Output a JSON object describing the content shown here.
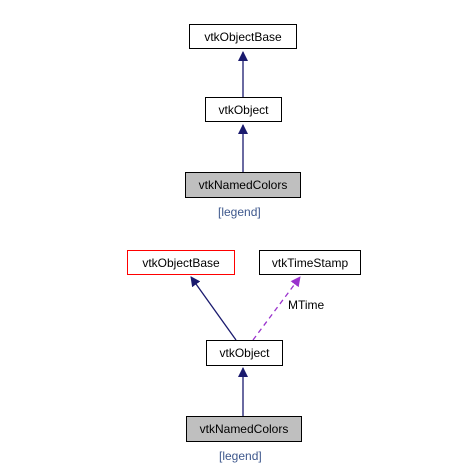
{
  "inheritance_graph": {
    "nodes": {
      "base": "vtkObjectBase",
      "object": "vtkObject",
      "named_colors": "vtkNamedColors"
    },
    "legend": "[legend]"
  },
  "collaboration_graph": {
    "nodes": {
      "base": "vtkObjectBase",
      "timestamp": "vtkTimeStamp",
      "object": "vtkObject",
      "named_colors": "vtkNamedColors"
    },
    "edge_label": "MTime",
    "legend": "[legend]"
  },
  "colors": {
    "inheritance_edge": "#1a1a6e",
    "usage_edge": "#9a32cd",
    "highlight_border": "#ff0000",
    "current_class_fill": "#bfbfbf",
    "legend_link": "#3d578c"
  }
}
